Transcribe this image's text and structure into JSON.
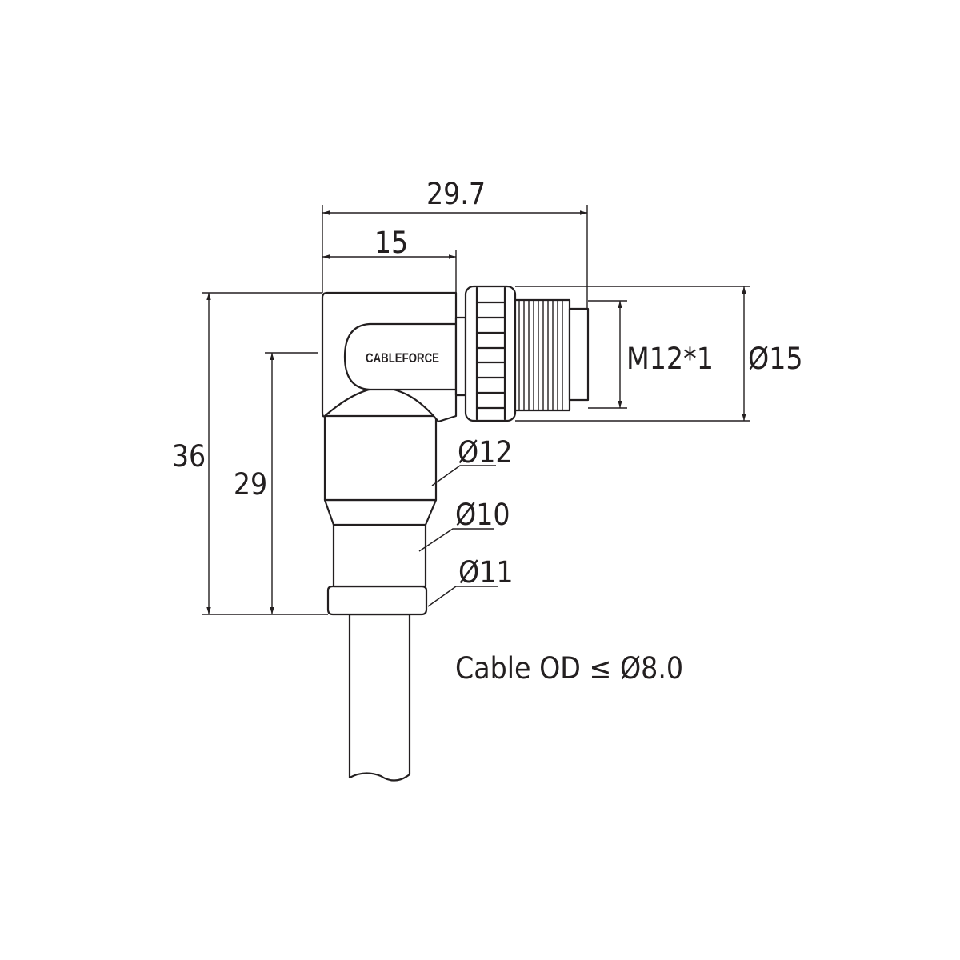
{
  "dimensions": {
    "overall_length": "29.7",
    "body_width": "15",
    "overall_height": "36",
    "body_height": "29",
    "thread": "M12*1",
    "nut_diameter": "Ø15",
    "collar_diameter": "Ø12",
    "neck_diameter": "Ø10",
    "boot_diameter": "Ø11"
  },
  "brand": "CABLEFORCE",
  "cable_note": "Cable OD ≤ Ø8.0"
}
